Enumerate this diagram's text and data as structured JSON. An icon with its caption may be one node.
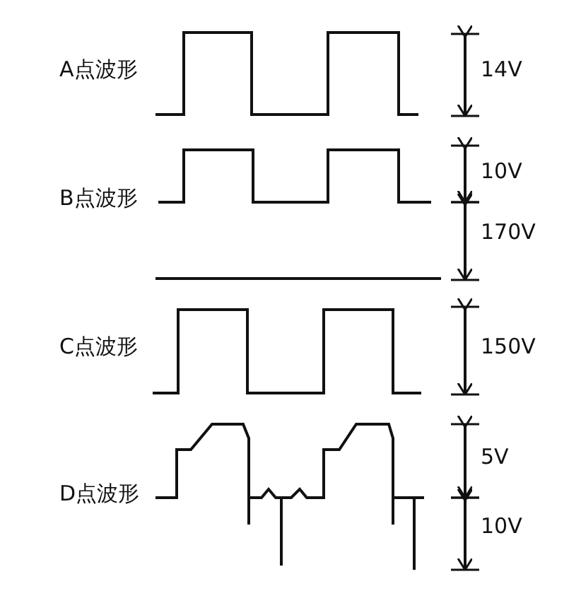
{
  "diagram": {
    "labels": [
      "A点波形",
      "14V",
      "B点波形",
      "10V",
      "170V",
      "C点波形",
      "150V",
      "D点波形",
      "5V",
      "10V"
    ]
  }
}
